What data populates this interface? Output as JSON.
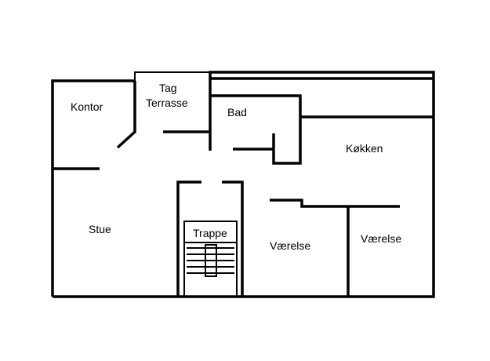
{
  "plan": {
    "rooms": {
      "kontor": "Kontor",
      "tag_terrasse_line1": "Tag",
      "tag_terrasse_line2": "Terrasse",
      "bad": "Bad",
      "koekken": "Køkken",
      "stue": "Stue",
      "trappe": "Trappe",
      "vaerelse_1": "Værelse",
      "vaerelse_2": "Værelse"
    },
    "colors": {
      "wall": "#000000",
      "background": "#ffffff"
    }
  }
}
